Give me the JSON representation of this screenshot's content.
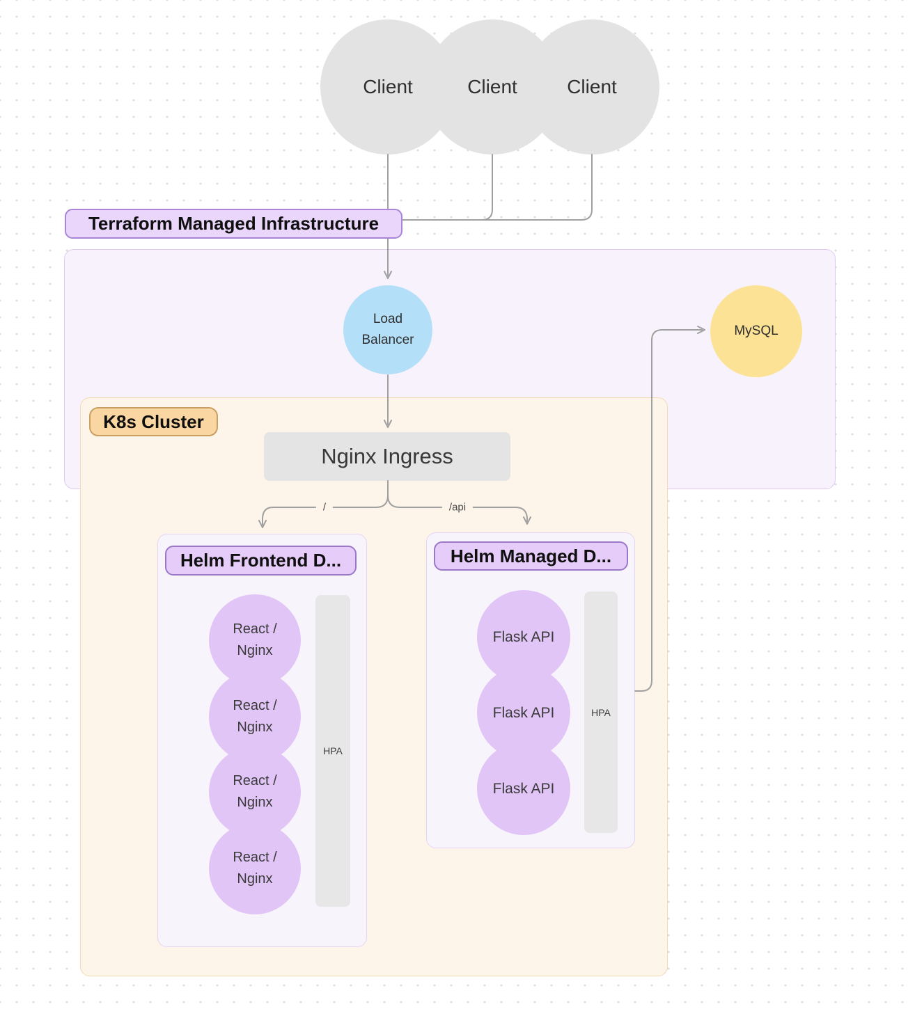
{
  "nodes": {
    "clients": [
      "Client",
      "Client",
      "Client"
    ],
    "load_balancer": [
      "Load",
      "Balancer"
    ],
    "mysql": "MySQL",
    "nginx_ingress": "Nginx Ingress"
  },
  "groups": {
    "terraform": {
      "label": "Terraform Managed Infrastructure"
    },
    "k8s": {
      "label": "K8s Cluster"
    },
    "frontend": {
      "label": "Helm Frontend D...",
      "hpa": "HPA",
      "pods": [
        [
          "React /",
          "Nginx"
        ],
        [
          "React /",
          "Nginx"
        ],
        [
          "React /",
          "Nginx"
        ],
        [
          "React /",
          "Nginx"
        ]
      ]
    },
    "backend": {
      "label": "Helm Managed D...",
      "hpa": "HPA",
      "pods": [
        "Flask API",
        "Flask API",
        "Flask API"
      ]
    }
  },
  "edges": {
    "route_root": "/",
    "route_api": "/api"
  },
  "colors": {
    "canvas-bg": "#ffffff",
    "dot": "#dcdcdc",
    "line": "#a0a0a0",
    "client-fill": "#e3e3e3",
    "terraform-box-fill": "#f7f2fb",
    "terraform-box-border": "#dfc9f2",
    "terraform-badge-fill": "#ead6fb",
    "terraform-badge-border": "#a985d8",
    "k8s-box-fill": "#fdf4ea",
    "k8s-box-border": "#f3dab4",
    "k8s-badge-fill": "#fad7a2",
    "k8s-badge-border": "#c99f63",
    "helm-box-fill": "#f8f4fc",
    "helm-box-border": "#e3d5f4",
    "helm-badge-fill": "#e6cdf9",
    "helm-badge-border": "#9b77c8",
    "lb-fill": "#b4dff8",
    "mysql-fill": "#fbe294",
    "nginx-fill": "#e4e4e4",
    "pod-fill": "#e2c5f7",
    "hpa-fill": "#e7e7e7",
    "text-dark": "#2f2f2f"
  }
}
